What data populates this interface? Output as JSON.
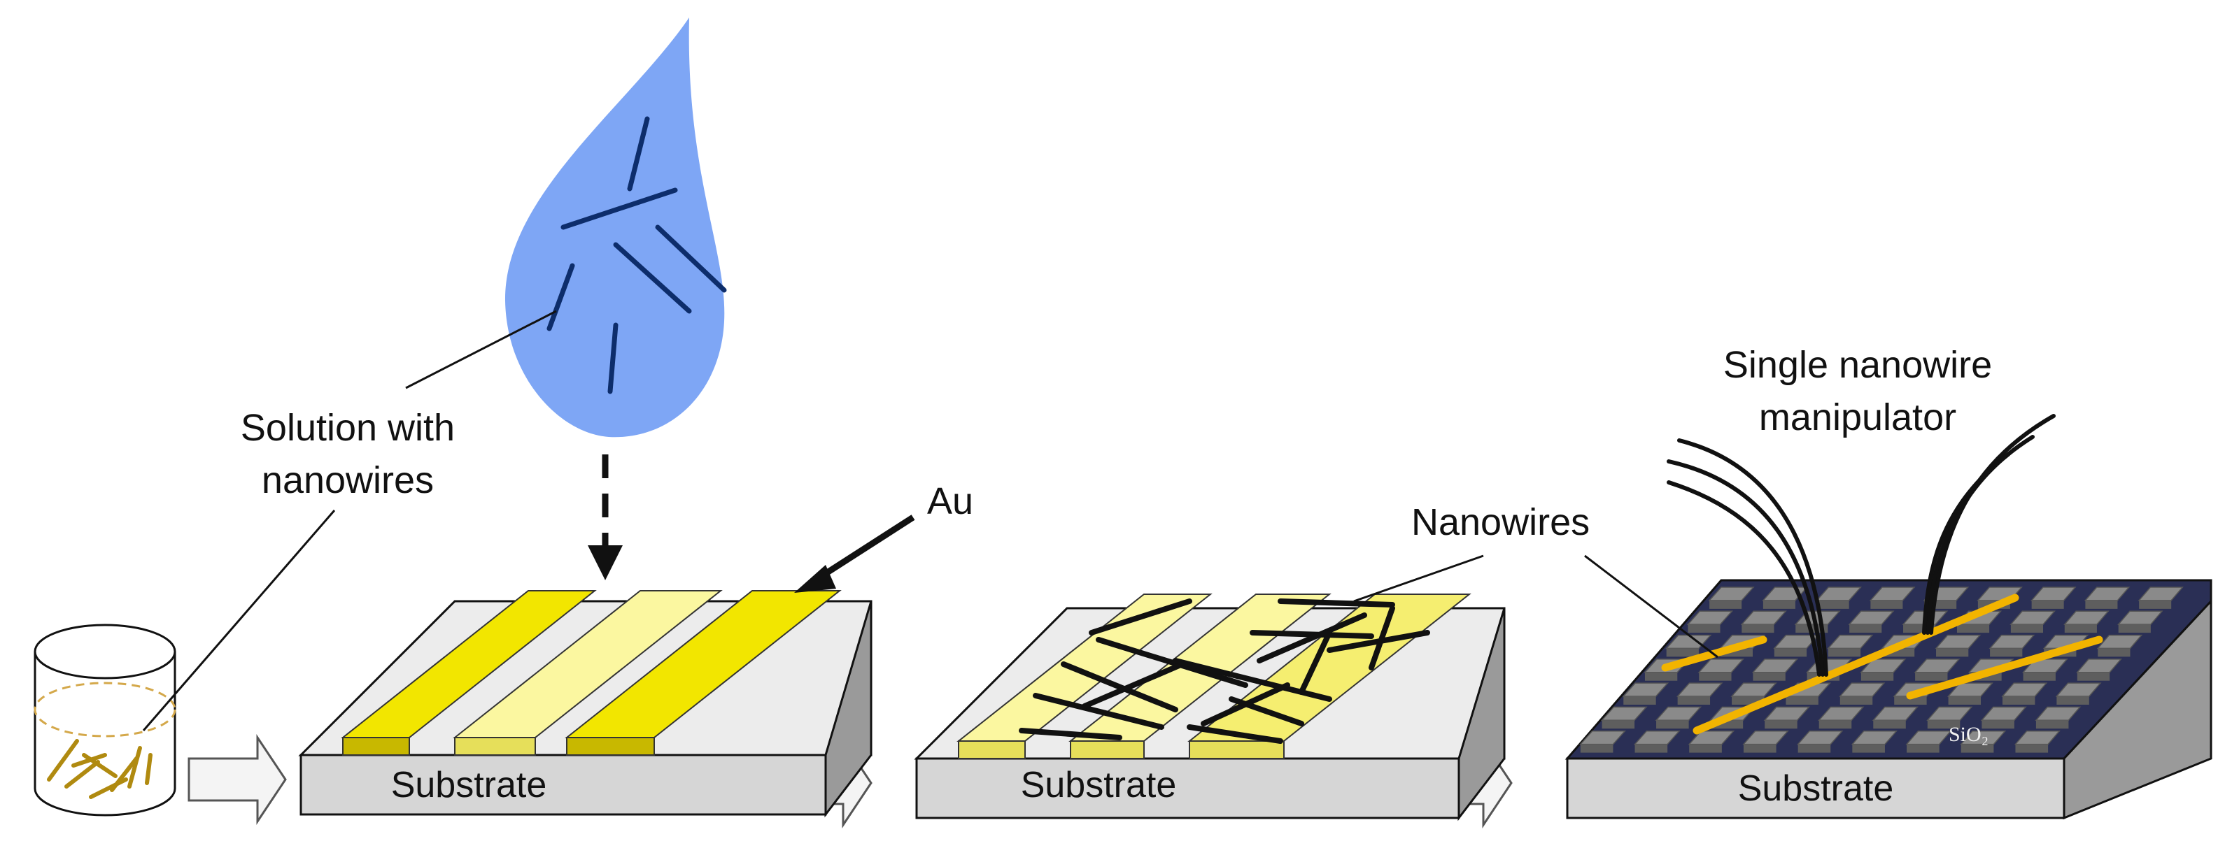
{
  "labels": {
    "solution_line1": "Solution with",
    "solution_line2": "nanowires",
    "au": "Au",
    "nanowires": "Nanowires",
    "manipulator_line1": "Single nanowire",
    "manipulator_line2": "manipulator",
    "substrate_1": "Substrate",
    "substrate_2": "Substrate",
    "substrate_3": "Substrate",
    "sio2": "SiO₂"
  },
  "colors": {
    "drop": "#7ea6f5",
    "drop_wire": "#0d2d6b",
    "gold": "#f2e600",
    "gold_light": "#fbf7a0",
    "gold_dark": "#c8b800",
    "substrate_front": "#d6d6d6",
    "substrate_top": "#ececec",
    "substrate_side": "#9a9a9a",
    "grid_block": "#8a8a8a",
    "nanowire_orange": "#f2b400",
    "wire_black": "#111111",
    "arrow_fill": "#f4f4f4",
    "arrow_stroke": "#555555",
    "beaker_nw": "#b08a10"
  }
}
